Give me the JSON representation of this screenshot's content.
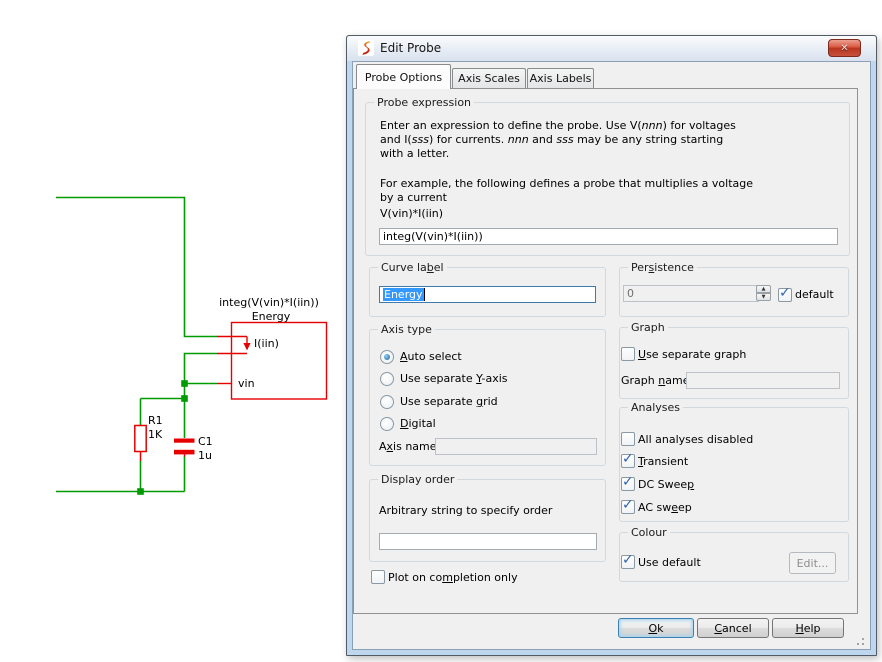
{
  "window": {
    "title": "Edit Probe",
    "close_glyph": "✕"
  },
  "tabs": [
    {
      "label": "Probe Options",
      "active": true
    },
    {
      "label": "Axis Scales",
      "active": false
    },
    {
      "label": "Axis Labels",
      "active": false
    }
  ],
  "probe_expression": {
    "group_label": "Probe expression",
    "lines": [
      "Enter an expression to define the probe. Use V(nnn) for voltages",
      "and I(sss) for currents. nnn and sss may be any string starting",
      "with a letter.",
      "For example, the following defines a probe that multiplies a voltage",
      "by a current"
    ],
    "example": "V(vin)*I(iin)",
    "expression_value": "integ(V(vin)*I(iin))"
  },
  "curve_label": {
    "group_label": "Curve label",
    "value": "Energy"
  },
  "persistence": {
    "group_label": "Persistence",
    "value": "0",
    "default_label": "default",
    "default_checked": true,
    "spin_up": "▲",
    "spin_down": "▼"
  },
  "axis_type": {
    "group_label": "Axis type",
    "options": [
      {
        "label": "Auto select",
        "selected": true
      },
      {
        "label": "Use separate Y-axis",
        "selected": false
      },
      {
        "label": "Use separate grid",
        "selected": false
      },
      {
        "label": "Digital",
        "selected": false
      }
    ],
    "axis_name_label": "Axis name",
    "axis_name_value": ""
  },
  "display_order": {
    "group_label": "Display order",
    "hint": "Arbitrary string to specify order",
    "value": ""
  },
  "plot_on_completion": {
    "label": "Plot on completion only",
    "checked": false
  },
  "graph": {
    "group_label": "Graph",
    "use_separate_label": "Use separate graph",
    "use_separate_checked": false,
    "graph_name_label": "Graph name",
    "graph_name_value": ""
  },
  "analyses": {
    "group_label": "Analyses",
    "items": [
      {
        "label": "All analyses disabled",
        "checked": false
      },
      {
        "label": "Transient",
        "checked": true
      },
      {
        "label": "DC Sweep",
        "checked": true
      },
      {
        "label": "AC sweep",
        "checked": true
      }
    ]
  },
  "colour": {
    "group_label": "Colour",
    "use_default_label": "Use default",
    "use_default_checked": true,
    "edit_button": "Edit..."
  },
  "buttons": {
    "ok": "Ok",
    "cancel": "Cancel",
    "help": "Help"
  },
  "schematic": {
    "probe": {
      "expression": "integ(V(vin)*I(iin))",
      "name": "Energy",
      "current_pin": "I(iin)",
      "voltage_pin": "vin"
    },
    "resistor": {
      "ref": "R1",
      "value": "1K"
    },
    "capacitor": {
      "ref": "C1",
      "value": "1u"
    },
    "colors": {
      "wire": "#009b00",
      "component": "#e60000",
      "text": "#000000"
    }
  }
}
